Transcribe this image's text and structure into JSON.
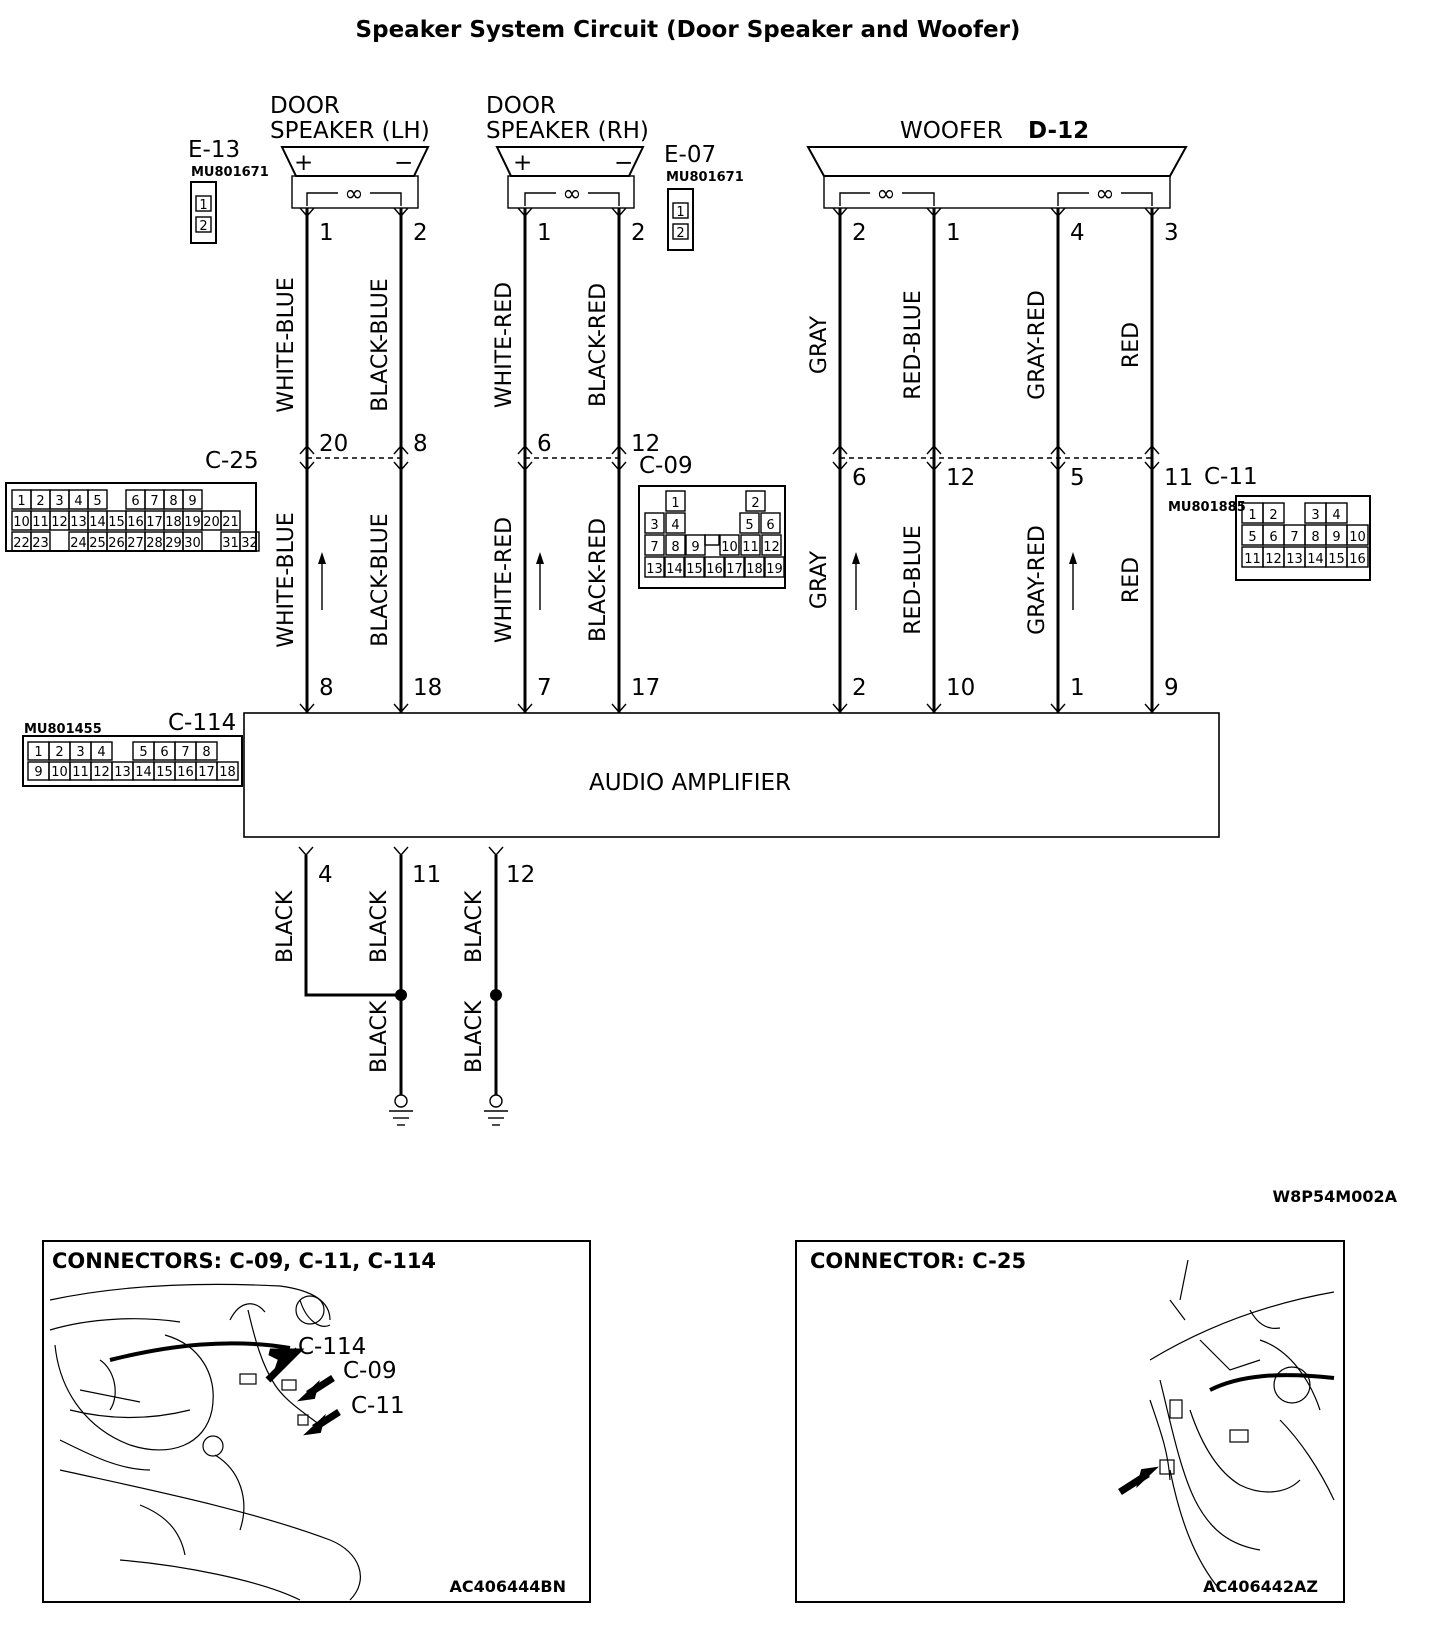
{
  "title": "Speaker System Circuit (Door Speaker and Woofer)",
  "figure_code": "W8P54M002A",
  "components": {
    "speaker_lh": {
      "line1": "DOOR",
      "line2": "SPEAKER (LH)",
      "conn": "E-13",
      "part": "MU801671",
      "plus": "+",
      "minus": "−",
      "coil": "∞",
      "cells": [
        "1",
        "2"
      ]
    },
    "speaker_rh": {
      "line1": "DOOR",
      "line2": "SPEAKER (RH)",
      "conn": "E-07",
      "part": "MU801671",
      "plus": "+",
      "minus": "−",
      "coil": "∞",
      "cells": [
        "1",
        "2"
      ]
    },
    "woofer": {
      "label": "WOOFER",
      "conn": "D-12",
      "coil": "∞"
    },
    "amplifier": {
      "label": "AUDIO AMPLIFIER",
      "conn": "C-114",
      "part": "MU801455"
    }
  },
  "connectors": {
    "c25": {
      "name": "C-25",
      "rows": [
        [
          "1",
          "2",
          "3",
          "4",
          "5",
          "",
          "6",
          "7",
          "8",
          "9"
        ],
        [
          "10",
          "11",
          "12",
          "13",
          "14",
          "15",
          "16",
          "17",
          "18",
          "19",
          "20",
          "21"
        ],
        [
          "22",
          "23",
          "",
          "24",
          "25",
          "26",
          "27",
          "28",
          "29",
          "30",
          "",
          "31",
          "32"
        ]
      ]
    },
    "c09": {
      "name": "C-09",
      "rows": [
        [
          "1",
          "2"
        ],
        [
          "3",
          "4",
          "5",
          "6"
        ],
        [
          "7",
          "8",
          "9",
          "10",
          "11",
          "12"
        ],
        [
          "13",
          "14",
          "15",
          "16",
          "17",
          "18",
          "19"
        ]
      ]
    },
    "c11": {
      "name": "C-11",
      "part": "MU801885",
      "rows": [
        [
          "1",
          "2",
          "",
          "3",
          "4"
        ],
        [
          "5",
          "6",
          "7",
          "8",
          "9",
          "10"
        ],
        [
          "11",
          "12",
          "13",
          "14",
          "15",
          "16"
        ]
      ]
    },
    "c114": {
      "rows": [
        [
          "1",
          "2",
          "3",
          "4",
          "",
          "5",
          "6",
          "7",
          "8"
        ],
        [
          "9",
          "10",
          "11",
          "12",
          "13",
          "14",
          "15",
          "16",
          "17",
          "18"
        ]
      ]
    }
  },
  "wires": [
    {
      "id": "lh_plus",
      "spk_pin": "1",
      "mid_top_pin": "20",
      "mid_bot_pin": "",
      "amp_pin": "8",
      "color_upper": "WHITE-BLUE",
      "color_lower": "WHITE-BLUE"
    },
    {
      "id": "lh_minus",
      "spk_pin": "2",
      "mid_top_pin": "8",
      "mid_bot_pin": "",
      "amp_pin": "18",
      "color_upper": "BLACK-BLUE",
      "color_lower": "BLACK-BLUE"
    },
    {
      "id": "rh_plus",
      "spk_pin": "1",
      "mid_top_pin": "6",
      "mid_bot_pin": "",
      "amp_pin": "7",
      "color_upper": "WHITE-RED",
      "color_lower": "WHITE-RED"
    },
    {
      "id": "rh_minus",
      "spk_pin": "2",
      "mid_top_pin": "12",
      "mid_bot_pin": "",
      "amp_pin": "17",
      "color_upper": "BLACK-RED",
      "color_lower": "BLACK-RED"
    },
    {
      "id": "wf_a",
      "spk_pin": "2",
      "mid_top_pin": "",
      "mid_bot_pin": "6",
      "amp_pin": "2",
      "color_upper": "GRAY",
      "color_lower": "GRAY"
    },
    {
      "id": "wf_b",
      "spk_pin": "1",
      "mid_top_pin": "",
      "mid_bot_pin": "12",
      "amp_pin": "10",
      "color_upper": "RED-BLUE",
      "color_lower": "RED-BLUE"
    },
    {
      "id": "wf_c",
      "spk_pin": "4",
      "mid_top_pin": "",
      "mid_bot_pin": "5",
      "amp_pin": "1",
      "color_upper": "GRAY-RED",
      "color_lower": "GRAY-RED"
    },
    {
      "id": "wf_d",
      "spk_pin": "3",
      "mid_top_pin": "",
      "mid_bot_pin": "11",
      "amp_pin": "9",
      "color_upper": "RED",
      "color_lower": "RED"
    }
  ],
  "grounds": {
    "pins": [
      "4",
      "11",
      "12"
    ],
    "colors": {
      "g4": "BLACK",
      "g11": "BLACK",
      "g11_low": "BLACK",
      "g12": "BLACK",
      "g12_low": "BLACK"
    }
  },
  "panels": {
    "left": {
      "heading": "CONNECTORS: C-09, C-11, C-114",
      "code": "AC406444BN",
      "callouts": [
        "C-114",
        "C-09",
        "C-11"
      ]
    },
    "right": {
      "heading": "CONNECTOR: C-25",
      "code": "AC406442AZ"
    }
  }
}
